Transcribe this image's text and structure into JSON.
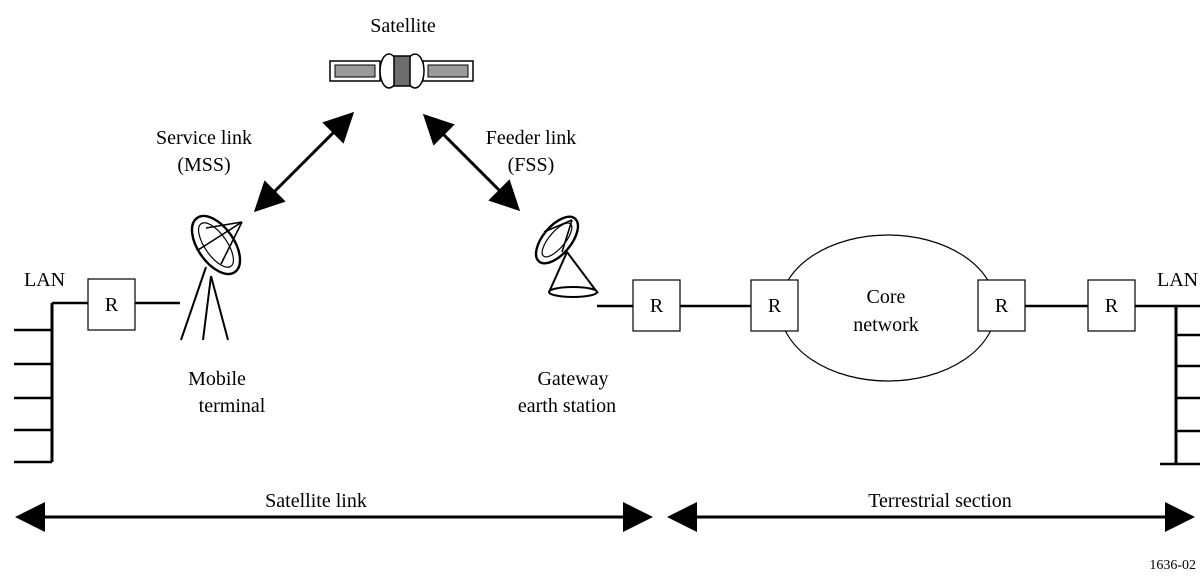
{
  "satellite": {
    "label": "Satellite"
  },
  "service_link": {
    "line1": "Service link",
    "line2": "(MSS)"
  },
  "feeder_link": {
    "line1": "Feeder link",
    "line2": "(FSS)"
  },
  "lan_left": {
    "label": "LAN"
  },
  "lan_right": {
    "label": "LAN"
  },
  "router_label": "R",
  "mobile_terminal": {
    "line1": "Mobile",
    "line2": "terminal"
  },
  "gateway": {
    "line1": "Gateway",
    "line2": "earth station"
  },
  "core_network": {
    "line1": "Core",
    "line2": "network"
  },
  "sections": {
    "satellite_link": "Satellite link",
    "terrestrial": "Terrestrial section"
  },
  "figure_id": "1636-02"
}
